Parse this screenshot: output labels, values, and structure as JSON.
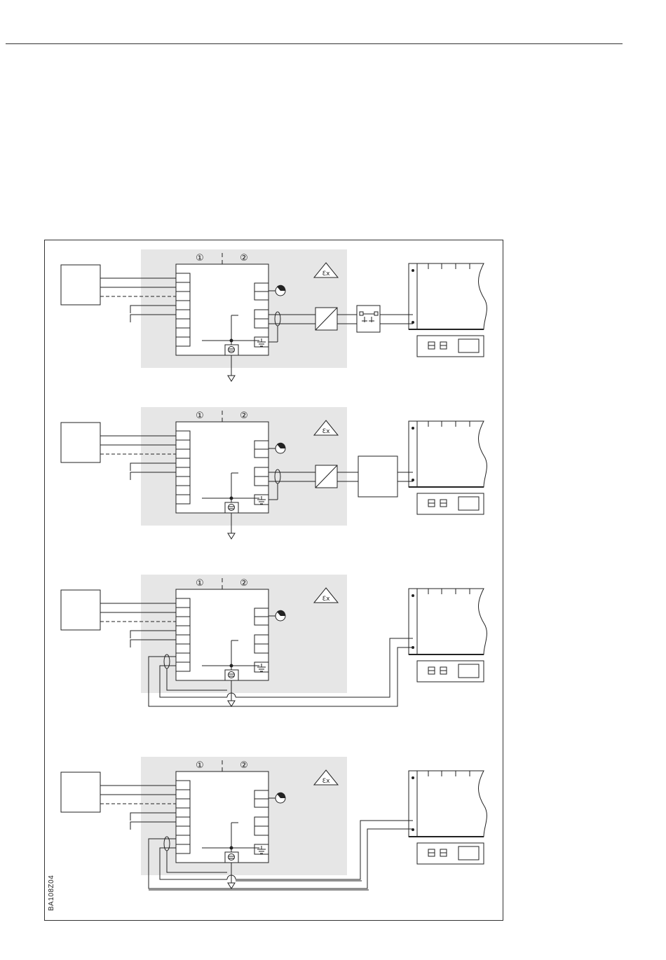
{
  "figure": {
    "code": "BA108Z04",
    "zone_labels": [
      "①",
      "②"
    ],
    "ex_label": "Ɛx"
  },
  "panels": [
    {
      "id": "a",
      "link": "barrier-and-coupler"
    },
    {
      "id": "b",
      "link": "barrier-and-interface-box"
    },
    {
      "id": "c",
      "link": "direct-single-cable"
    },
    {
      "id": "d",
      "link": "direct-double-cable"
    }
  ],
  "colors": {
    "line": "#222222",
    "ex_zone": "#e6e6e6",
    "frame": "#333333"
  },
  "icons": [
    "ex-warning-icon",
    "ground-icon",
    "earth-terminal-icon",
    "sensor-icon",
    "barrier-icon",
    "coupler-icon"
  ]
}
